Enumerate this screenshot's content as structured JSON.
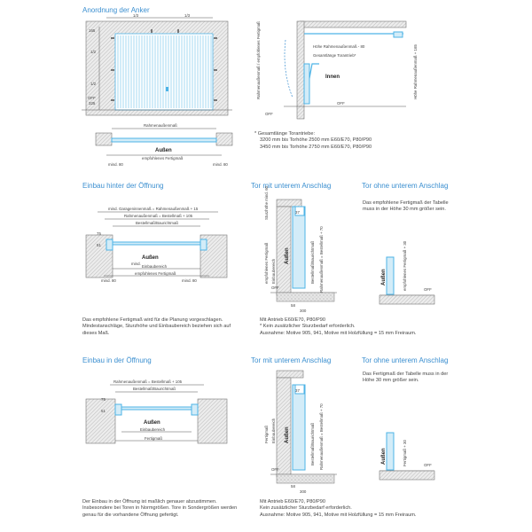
{
  "headings": {
    "anordnung": "Anordnung der Anker",
    "hinter": "Einbau hinter der Öffnung",
    "unten1": "Tor mit unterem Anschlag",
    "ohne1": "Tor ohne unterem Anschlag",
    "in": "Einbau in der Öffnung",
    "unten2": "Tor mit unterem Anschlag",
    "ohne2": "Tor ohne unterem Anschlag"
  },
  "notes": {
    "gesamt_title": "*  Gesamtlänge Torantriebe:",
    "gesamt_1": "3200 mm bis Torhöhe 2500 mm E60/E70, P80/P90",
    "gesamt_2": "3450 mm bis Torhöhe 2750 mm E60/E70, P80/P90",
    "hinter_text": "Das empfohlene Fertigmaß wird für die Planung vorgeschlagen. Mindestanschläge, Sturzhöhe und Einbaubereich beziehen sich auf dieses Maß.",
    "ohne1_text": "Das empfohlene Fertigmaß der Tabelle muss in der Höhe 30 mm größer sein.",
    "unten1_a": "Mit Antrieb E60/E70, P80/P90",
    "unten1_b": "*  Kein zusätzlicher Sturzbedarf erforderlich.",
    "unten1_c": "Ausnahme: Motive 905, 941, Motive mit Holzfüllung = 15 mm Freiraum.",
    "in_text": "Der Einbau in der Öffnung ist maßlich genauer abzustimmen. Insbesondere bei Toren in Normgrößen. Tore in Sondergrößen werden genau für die vorhandene Öffnung gefertigt.",
    "ohne2_text": "Das Fertigmaß der Tabelle muss in der Höhe 30 mm größer sein.",
    "unten2_a": "Mit Antrieb E60/E70, P80/P90",
    "unten2_b": "Kein zusätzlicher Sturzbedarf erforderlich.",
    "unten2_c": "Ausnahme: Motive 905, 941, Motive mit Holzfüllung = 15 mm Freiraum."
  },
  "labels": {
    "l3": "1/3",
    "l2": "1/2",
    "n165": "165",
    "n325": "325",
    "off": "OFF",
    "rahmenaussenmass": "Rahmenaußenmaß",
    "aussen": "Außen",
    "innen": "Innen",
    "empf_fertigmass": "empfohlenes Fertigmaß",
    "mind80": "mind. 80",
    "hoehe_rahmen": "Höhe Rahmenaußenmaß - 80",
    "gesamtlaenge": "Gesamtlänge Torantrieb*",
    "rahmen_hoehe_vert": "Rahmenaußenmaß / empfohlenes Fertigmaß",
    "hoehe_rahmen_vert": "Höhe Rahmenaußenmaß + 165",
    "mind_garagen": "mind. Garageninnenmaß = Rahmenaußenmaß + 15",
    "rahmen_bestell": "Rahmenaußenmaß = Bestellmaß + 105",
    "bestell_bauricht": "Bestellmaß/Baurichtmaß",
    "einbaubereich": "Einbaubereich",
    "mind": "mind.",
    "fertigmass": "Fertigmaß",
    "n75": "75",
    "n51": "51",
    "n60": "60",
    "n80": "80",
    "n58": "58",
    "n300": "300",
    "n30": "30",
    "n37": "37",
    "n110": "110",
    "sturzhoehe": "Sturzhöhe mind. 60",
    "bestell_vert": "Bestellmaß/Baurichtmaß",
    "rahmen_bestell70": "Rahmenaußenmaß = Bestellmaß + 70",
    "empf_fertig_vert": "empfohlenes Fertigmaß",
    "fertigmass_30": "Fertigmaß + 30",
    "empf_fertig30": "empfohlenes Fertigmaß + 30",
    "fertigmass_vert": "Fertigmaß"
  }
}
